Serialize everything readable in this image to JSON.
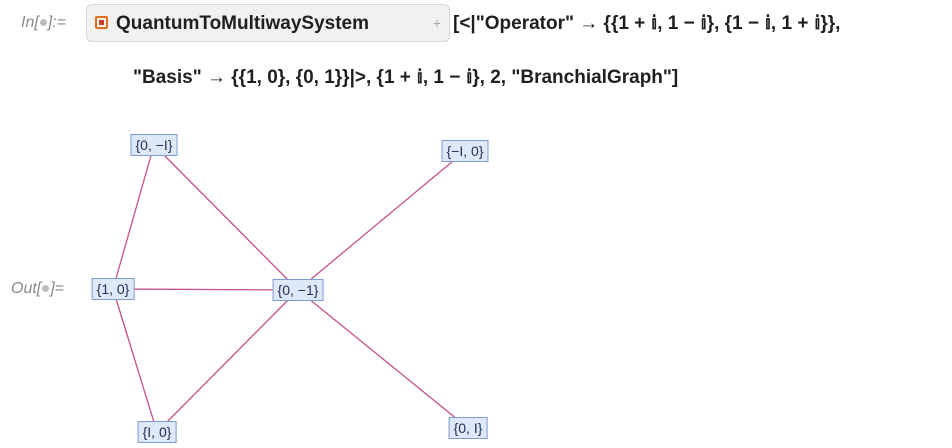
{
  "input": {
    "prompt_prefix": "In[",
    "prompt_suffix": "]:=",
    "resource_function_name": "QuantumToMultiwaySystem",
    "plus_glyph": "+",
    "line1": "[<|\"Operator\" → {{1 + 𝕚, 1 − 𝕚}, {1 − 𝕚, 1 + 𝕚}},",
    "line2": "\"Basis\" → {{1, 0}, {0, 1}}|>, {1 + 𝕚, 1 − 𝕚}, 2, \"BranchialGraph\"]"
  },
  "output": {
    "prompt_prefix": "Out[",
    "prompt_suffix": "]=",
    "graph": {
      "vertices": [
        "{0, −I}",
        "{−I, 0}",
        "{1, 0}",
        "{0, −1}",
        "{I, 0}",
        "{0, I}"
      ],
      "edges": [
        [
          "{0, −I}",
          "{1, 0}"
        ],
        [
          "{0, −I}",
          "{0, −1}"
        ],
        [
          "{1, 0}",
          "{0, −1}"
        ],
        [
          "{1, 0}",
          "{I, 0}"
        ],
        [
          "{−I, 0}",
          "{0, −1}"
        ],
        [
          "{0, −1}",
          "{I, 0}"
        ],
        [
          "{0, −1}",
          "{0, I}"
        ]
      ],
      "edge_color": "#c4508c",
      "vertex_fill": "#dde8f8",
      "vertex_border": "#7e9cd1"
    }
  }
}
